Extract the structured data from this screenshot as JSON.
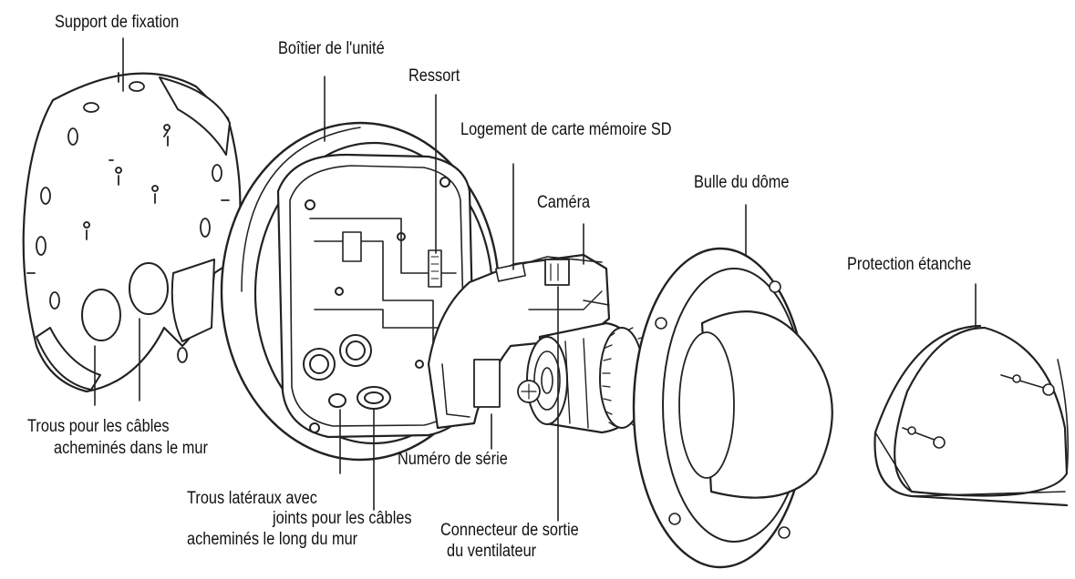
{
  "labels": {
    "mounting_bracket": "Support de fixation",
    "unit_housing": "Boîtier de l'unité",
    "spring": "Ressort",
    "sd_slot": "Logement de carte mémoire SD",
    "camera": "Caméra",
    "dome_bubble": "Bulle du dôme",
    "weather_shield": "Protection étanche",
    "wall_holes_line1": "Trous pour les câbles",
    "wall_holes_line2": "acheminés dans le mur",
    "serial_number": "Numéro de série",
    "side_holes_line1": "Trous latéraux avec",
    "side_holes_line2": "joints pour les câbles",
    "side_holes_line3": "acheminés le long du mur",
    "fan_connector_line1": "Connecteur de sortie",
    "fan_connector_line2": "du ventilateur"
  },
  "colors": {
    "line": "#222222",
    "fill": "#ffffff",
    "shade": "#e6e6e6"
  }
}
